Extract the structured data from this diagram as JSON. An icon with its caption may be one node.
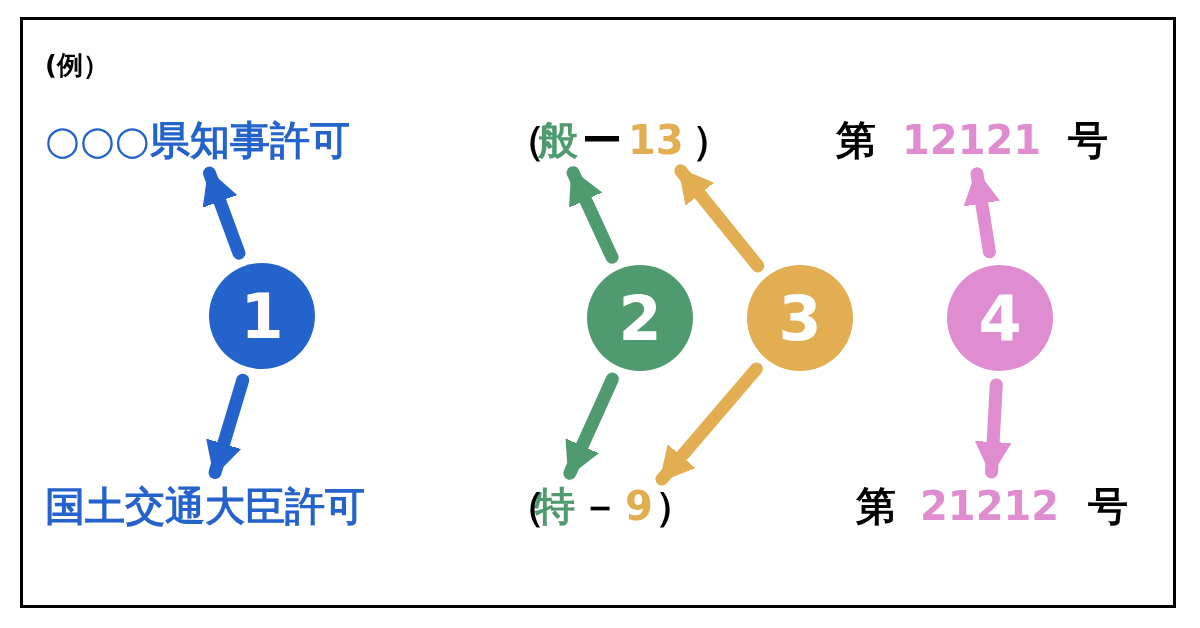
{
  "diagram": {
    "nodes": [
      {
        "text": [
          "○○○県知事許可"
        ]
      },
      {
        "text": [
          "国土交通大臣許可"
        ]
      },
      {
        "text": [
          "1"
        ]
      },
      {
        "text": [
          "般"
        ]
      },
      {
        "text": [
          "13"
        ]
      },
      {
        "text": [
          "特"
        ]
      },
      {
        "text": [
          "9"
        ]
      },
      {
        "text": [
          "2"
        ]
      },
      {
        "text": [
          "3"
        ]
      },
      {
        "text": [
          "12121"
        ]
      },
      {
        "text": [
          "21212"
        ]
      },
      {
        "text": [
          "4"
        ]
      }
    ],
    "edges": [
      {
        "from": 2,
        "to": 0,
        "arrow": "to",
        "color": "#2563cc"
      },
      {
        "from": 2,
        "to": 1,
        "arrow": "to",
        "color": "#2563cc"
      },
      {
        "from": 7,
        "to": 3,
        "arrow": "to",
        "color": "#4f9a6e"
      },
      {
        "from": 7,
        "to": 5,
        "arrow": "to",
        "color": "#4f9a6e"
      },
      {
        "from": 8,
        "to": 4,
        "arrow": "to",
        "color": "#e3ae52"
      },
      {
        "from": 8,
        "to": 6,
        "arrow": "to",
        "color": "#e3ae52"
      },
      {
        "from": 11,
        "to": 9,
        "arrow": "to",
        "color": "#e08cd0"
      },
      {
        "from": 11,
        "to": 10,
        "arrow": "to",
        "color": "#e08cd0"
      }
    ],
    "labels": [
      "(例）",
      "（",
      "ー",
      "）",
      "第",
      "号",
      "（",
      "－",
      "）",
      "第",
      "号"
    ]
  }
}
